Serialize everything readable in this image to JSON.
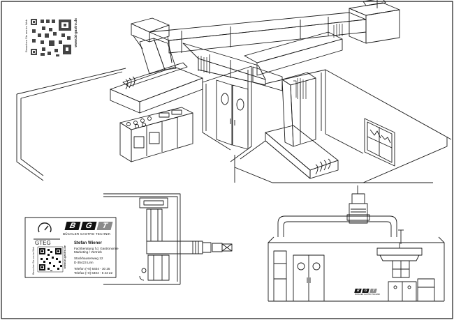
{
  "qr_top": {
    "caption": "Besuchen Sie uns im Web",
    "url": "www.bt-gastro.de"
  },
  "business_card": {
    "gteg": "GTEG",
    "logo_letters": [
      "B",
      "G",
      "T"
    ],
    "company_line": "BÜCHLER   GASTRO   TECHNIK",
    "person": "Stefan Wiener",
    "role_line1": "Fachberatung f.d. Gastronomie",
    "role_line2": "Marketing / Vertrieb",
    "street": "Stockhausenweg 12",
    "city": "D-35423 Linn",
    "phone": "Telefon (+0) 6404 - 30 25",
    "fax": "Telefax (+0) 6404 - 6 43 22",
    "qr_caption": "Besuchen Sie uns im Web",
    "url": "www.bt-gastro.de"
  },
  "elevation_logo": {
    "letters": [
      "B",
      "G",
      "T"
    ],
    "caption": "BÜCHLER GASTRO TECHNIK"
  },
  "colors": {
    "line": "#1a1a1a",
    "paper": "#ffffff",
    "logo_dark": "#111111",
    "logo_grey": "#8a8a8a"
  }
}
